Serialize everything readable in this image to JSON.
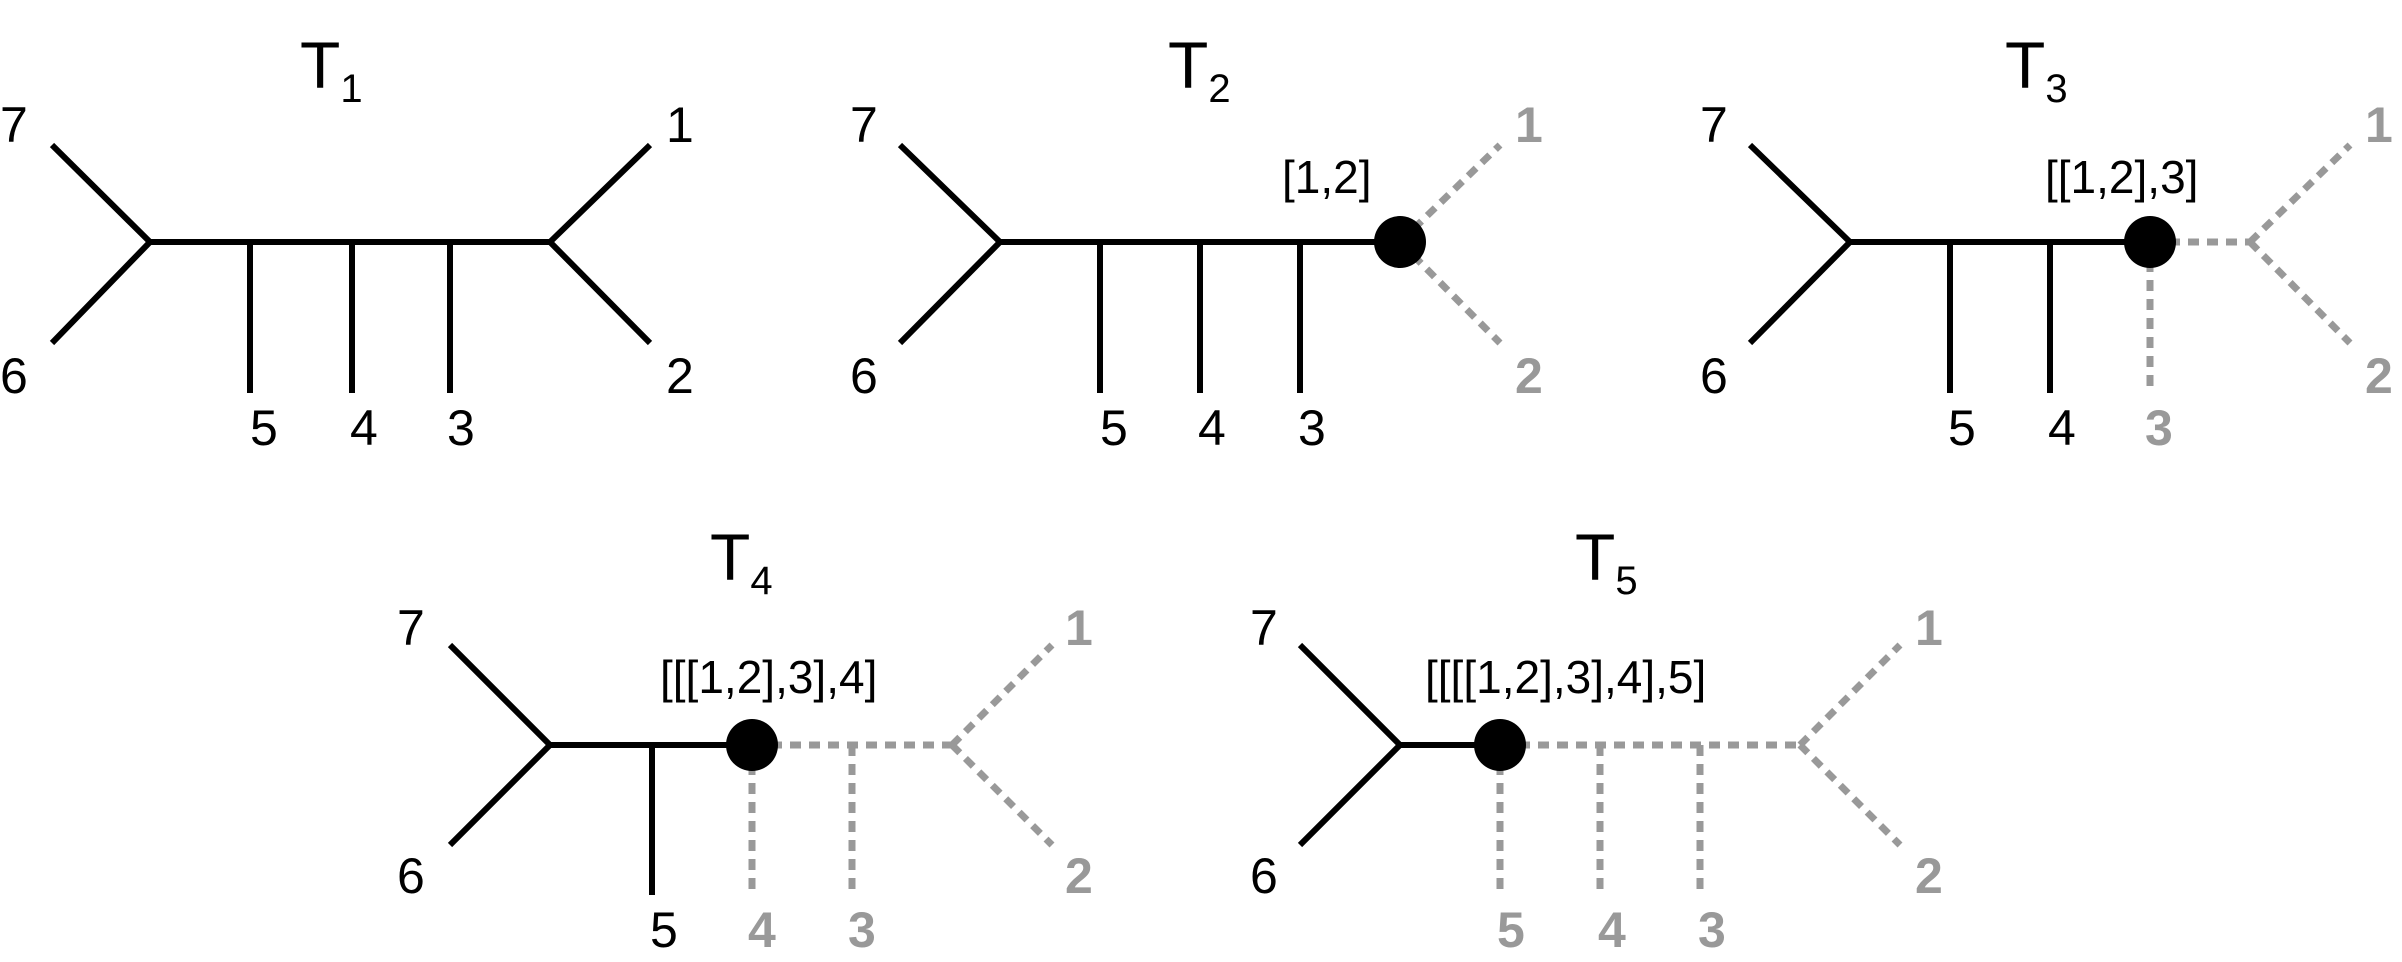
{
  "colors": {
    "solid": "#000000",
    "dotted": "#999999",
    "background": "#ffffff"
  },
  "trees": [
    {
      "title": {
        "letter": "T",
        "sub": "1"
      },
      "node_label": "",
      "leaves": [
        "7",
        "6",
        "5",
        "4",
        "3",
        "1",
        "2"
      ]
    },
    {
      "title": {
        "letter": "T",
        "sub": "2"
      },
      "node_label": "[1,2]",
      "leaves": [
        "7",
        "6",
        "5",
        "4",
        "3",
        "1",
        "2"
      ],
      "collapsed_leaves": [
        "1",
        "2"
      ]
    },
    {
      "title": {
        "letter": "T",
        "sub": "3"
      },
      "node_label": "[[1,2],3]",
      "leaves": [
        "7",
        "6",
        "5",
        "4",
        "3",
        "1",
        "2"
      ],
      "collapsed_leaves": [
        "1",
        "2",
        "3"
      ]
    },
    {
      "title": {
        "letter": "T",
        "sub": "4"
      },
      "node_label": "[[[1,2],3],4]",
      "leaves": [
        "7",
        "6",
        "5",
        "4",
        "3",
        "1",
        "2"
      ],
      "collapsed_leaves": [
        "1",
        "2",
        "3",
        "4"
      ]
    },
    {
      "title": {
        "letter": "T",
        "sub": "5"
      },
      "node_label": "[[[[1,2],3],4],5]",
      "leaves": [
        "7",
        "6",
        "5",
        "4",
        "3",
        "1",
        "2"
      ],
      "collapsed_leaves": [
        "1",
        "2",
        "3",
        "4",
        "5"
      ]
    }
  ]
}
